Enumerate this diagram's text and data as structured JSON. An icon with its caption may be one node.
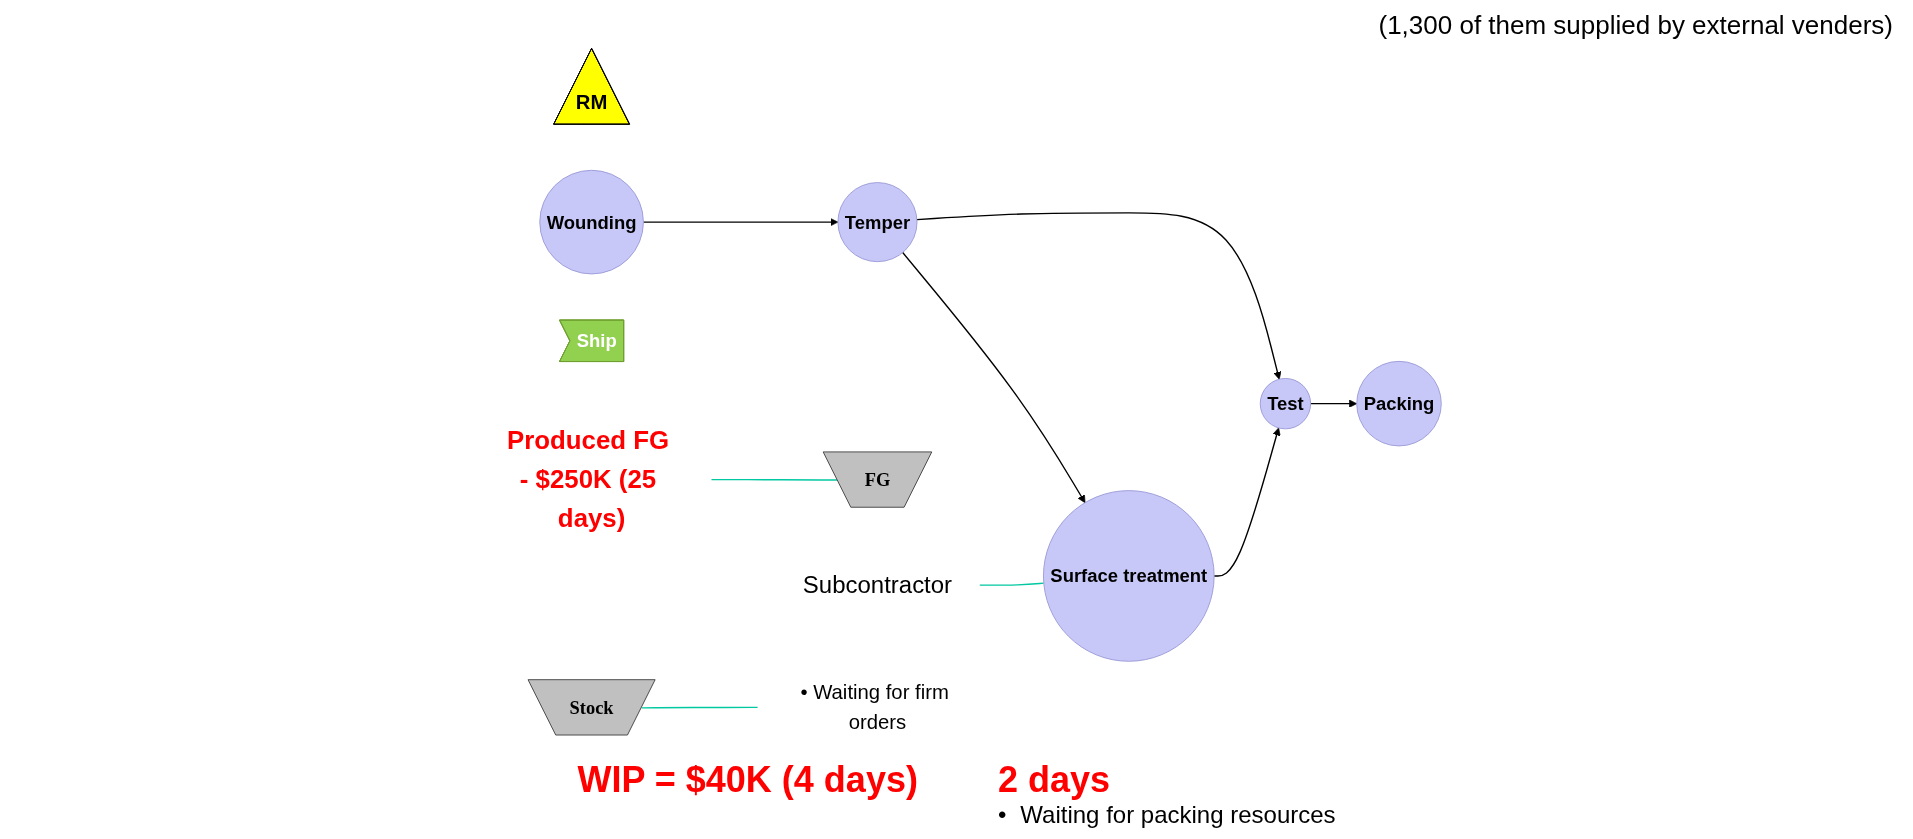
{
  "diagram": {
    "nodes": [
      {
        "text": [
          "RM"
        ]
      },
      {
        "text": [
          "Wounding"
        ]
      },
      {
        "text": [
          "Temper"
        ]
      },
      {
        "text": [
          "Surface treatment"
        ]
      },
      {
        "text": [
          "Test"
        ]
      },
      {
        "text": [
          "Packing"
        ]
      },
      {
        "text": [
          "FG"
        ]
      },
      {
        "text": [
          "Ship"
        ]
      },
      {
        "text": [
          "Subcontractor"
        ]
      },
      {
        "text": [
          "Stock"
        ]
      },
      {
        "text": [
          "Produced FG - $250K (25 days)"
        ]
      },
      {
        "text": [
          "• Waiting for firm orders"
        ]
      }
    ],
    "edges": [
      {
        "from": 1,
        "to": 2,
        "arrow": "to"
      },
      {
        "from": 2,
        "to": 3,
        "arrow": "to"
      },
      {
        "from": 2,
        "to": 4,
        "arrow": "to"
      },
      {
        "from": 3,
        "to": 4,
        "arrow": "to"
      },
      {
        "from": 4,
        "to": 5,
        "arrow": "to"
      },
      {
        "from": 8,
        "to": 3,
        "arrow": "none",
        "color": "#00c8a0"
      },
      {
        "from": 10,
        "to": 6,
        "arrow": "none",
        "color": "#00c8a0"
      },
      {
        "from": 9,
        "to": 11,
        "arrow": "none",
        "color": "#00c8a0"
      }
    ],
    "labels": [
      "(1,300 of them supplied by external venders)",
      "WIP = $40K (4 days)",
      "2 days",
      "•",
      "Waiting for packing resources"
    ]
  }
}
